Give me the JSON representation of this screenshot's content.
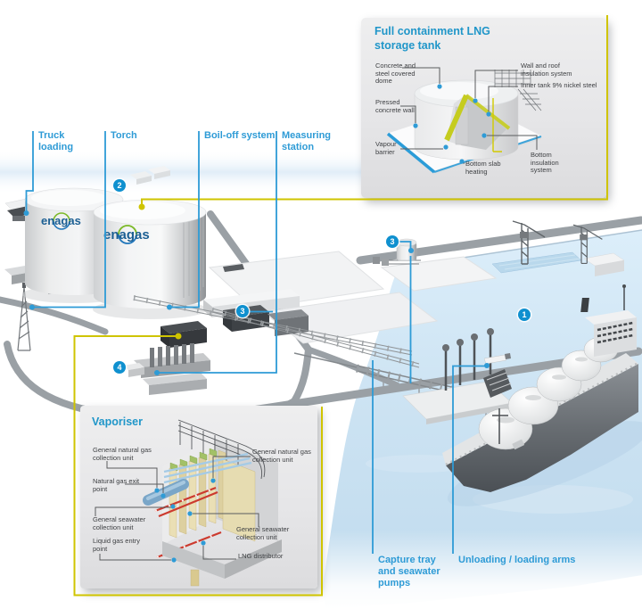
{
  "colors": {
    "accent_blue": "#2e9bd6",
    "marker_blue": "#0f90cf",
    "accent_yellow": "#cfc400",
    "logo_blue": "#1c5f93",
    "logo_green": "#7cb928",
    "sea": "#cbe2f2"
  },
  "brand": {
    "logo_text": "enagas"
  },
  "plant_labels": {
    "truck_loading": "Truck loading",
    "torch": "Torch",
    "boil_off": "Boil-off system",
    "measuring_station": "Measuring station",
    "capture_tray": "Capture tray and seawater pumps",
    "unloading_arms": "Unloading / loading arms"
  },
  "markers": {
    "unloading": "1",
    "torch": "2",
    "boil_off": "3",
    "measuring": "3",
    "vaporiser": "4"
  },
  "inset_tank": {
    "title": "Full containment LNG storage tank",
    "labels": [
      "Concrete and steel covered dome",
      "Wall and roof insulation system",
      "Inner tank 9% nickel steel",
      "Pressed concrete wall",
      "Vapour barrier",
      "Bottom slab heating",
      "Bottom insulation system"
    ]
  },
  "inset_vaporiser": {
    "title": "Vaporiser",
    "labels": [
      "General natural gas collection unit",
      "Natural gas exit point",
      "General seawater collection unit",
      "Liquid gas entry point",
      "General natural gas collection unit",
      "General seawater collection unit",
      "LNG distributor"
    ]
  }
}
